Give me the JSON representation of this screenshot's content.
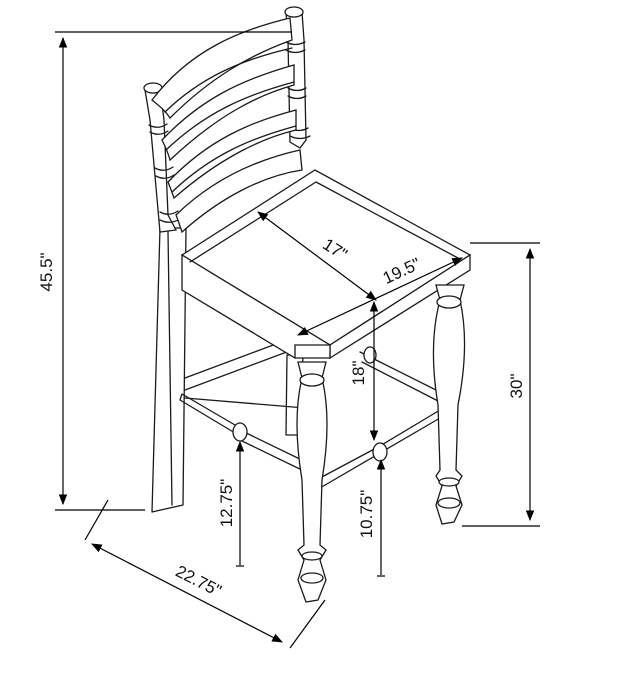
{
  "dimensions": {
    "overall_height": "45.5\"",
    "seat_depth": "17\"",
    "seat_width": "19.5\"",
    "seat_thickness": "18\"",
    "seat_height": "30\"",
    "front_rung_height": "12.75\"",
    "side_rung_height": "10.75\"",
    "overall_width": "22.75\""
  }
}
